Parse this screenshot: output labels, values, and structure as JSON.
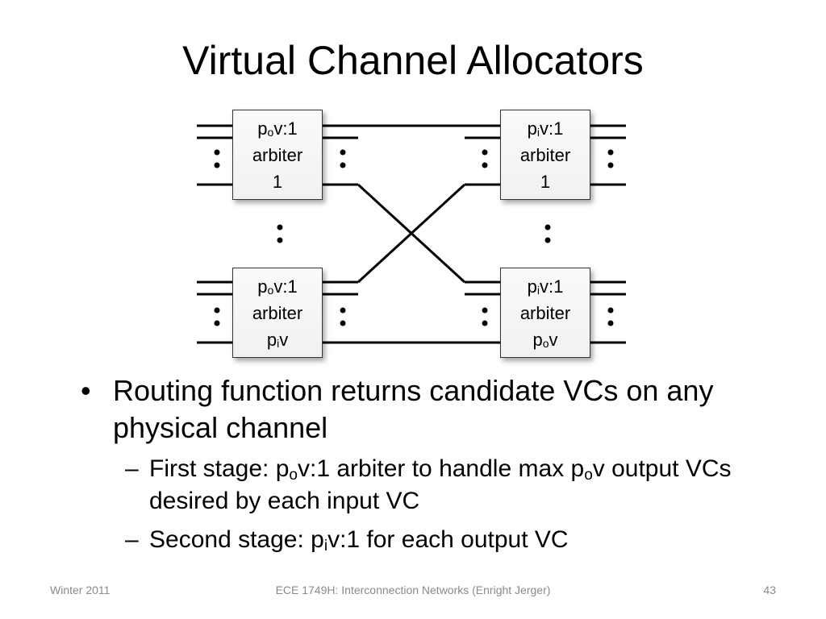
{
  "title": "Virtual Channel Allocators",
  "diagram": {
    "left_top": {
      "base": "p",
      "sub": "o",
      "rest": "v:1",
      "line2": "arbiter",
      "line3_base": "1",
      "line3_sub": ""
    },
    "left_bottom": {
      "base": "p",
      "sub": "o",
      "rest": "v:1",
      "line2": "arbiter",
      "line3_base": "p",
      "line3_sub": "i",
      "line3_rest": "v"
    },
    "right_top": {
      "base": "p",
      "sub": "i",
      "rest": "v:1",
      "line2": "arbiter",
      "line3_base": "1",
      "line3_sub": ""
    },
    "right_bottom": {
      "base": "p",
      "sub": "i",
      "rest": "v:1",
      "line2": "arbiter",
      "line3_base": "p",
      "line3_sub": "o",
      "line3_rest": "v"
    }
  },
  "bullets": {
    "main": "Routing function returns candidate VCs on any physical channel",
    "sub1": {
      "a": "First stage: p",
      "s1": "o",
      "b": "v:1 arbiter to handle max p",
      "s2": "o",
      "c": "v output VCs desired by each input VC"
    },
    "sub2": {
      "a": "Second stage: p",
      "s1": "i",
      "b": "v:1 for each output VC"
    }
  },
  "footer": {
    "left": "Winter 2011",
    "center": "ECE 1749H: Interconnection Networks (Enright Jerger)",
    "right": "43"
  }
}
